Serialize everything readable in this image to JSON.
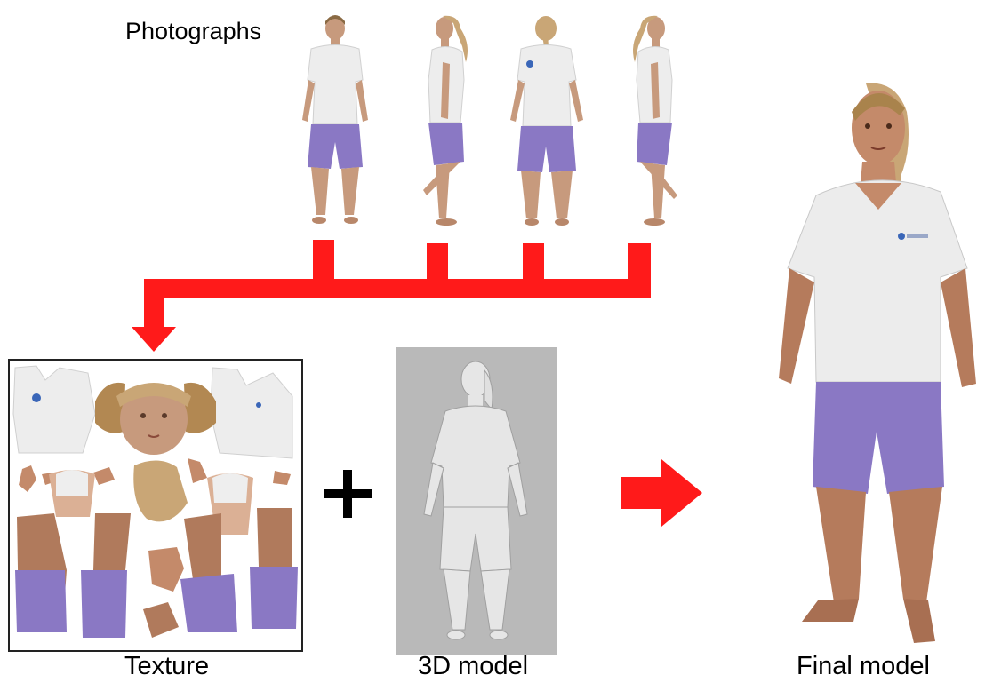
{
  "labels": {
    "photographs": "Photographs",
    "texture": "Texture",
    "model_3d": "3D model",
    "final_model": "Final model"
  },
  "colors": {
    "arrow": "#ff1a1a",
    "shirt": "#ededed",
    "shorts": "#8a78c4",
    "skin": "#c79a7d",
    "hair": "#c9a676",
    "model_bg": "#b9b9b9",
    "model_body": "#e6e6e6"
  },
  "icons": {
    "plus": "plus-icon",
    "arrow_right": "arrow-right-icon",
    "arrow_down": "arrow-down-icon"
  },
  "photos": [
    {
      "view": "front"
    },
    {
      "view": "side"
    },
    {
      "view": "back"
    },
    {
      "view": "side"
    }
  ]
}
